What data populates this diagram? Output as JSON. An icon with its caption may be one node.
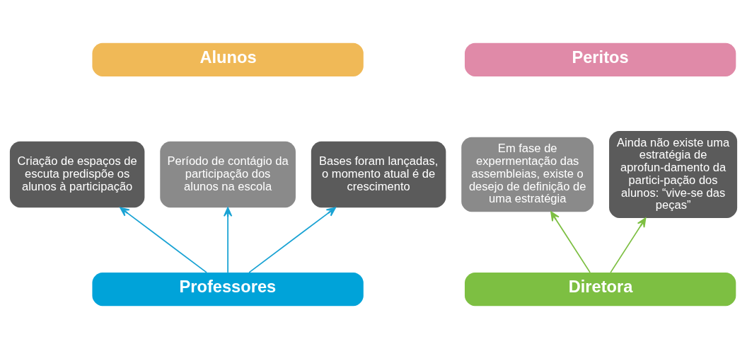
{
  "diagram": {
    "nodes": [
      {
        "text": [
          "Alunos"
        ]
      },
      {
        "text": [
          "Peritos"
        ]
      },
      {
        "text": [
          "Criação de espaços de escuta predispõe os alunos à participação"
        ]
      },
      {
        "text": [
          "Período de contágio da participação dos alunos na escola"
        ]
      },
      {
        "text": [
          "Bases foram lançadas, o momento atual é de crescimento"
        ]
      },
      {
        "text": [
          "Em fase de expermentação das assembleias, existe o desejo de definição de uma estratégia"
        ]
      },
      {
        "text": [
          "Ainda não existe uma estratégia de aprofun-damento da partici-pação dos alunos: “vive-se das peças”"
        ]
      },
      {
        "text": [
          "Professores"
        ]
      },
      {
        "text": [
          "Diretora"
        ]
      }
    ],
    "edges": [
      {
        "from": 7,
        "to": 2,
        "arrow": "to"
      },
      {
        "from": 7,
        "to": 3,
        "arrow": "to"
      },
      {
        "from": 7,
        "to": 4,
        "arrow": "to"
      },
      {
        "from": 8,
        "to": 5,
        "arrow": "to",
        "color": "#7dbf42"
      },
      {
        "from": 8,
        "to": 6,
        "arrow": "to",
        "color": "#7dbf42"
      }
    ]
  }
}
